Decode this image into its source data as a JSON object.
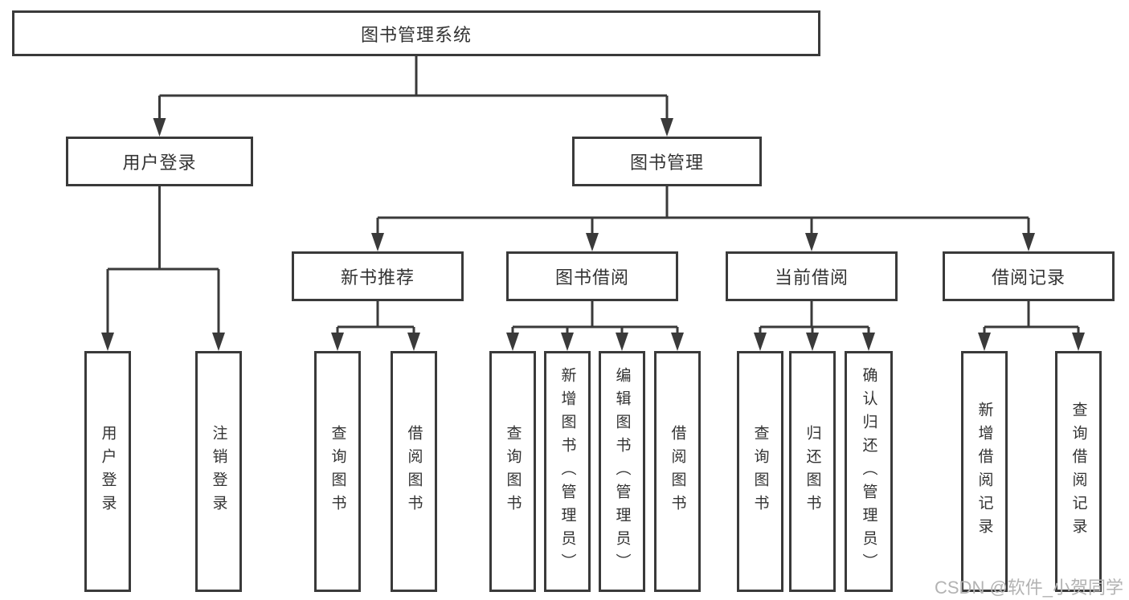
{
  "tree": {
    "root": {
      "label": "图书管理系统",
      "children": {
        "user_login": {
          "label": "用户登录",
          "children": {
            "login": {
              "label": "用户登录"
            },
            "logout": {
              "label": "注销登录"
            }
          }
        },
        "book_management": {
          "label": "图书管理",
          "children": {
            "new_book_recommend": {
              "label": "新书推荐",
              "children": {
                "query_books": {
                  "label": "查询图书"
                },
                "borrow_books": {
                  "label": "借阅图书"
                }
              }
            },
            "book_borrow": {
              "label": "图书借阅",
              "children": {
                "query_books": {
                  "label": "查询图书"
                },
                "add_books": {
                  "label": "新增图书（管理员）"
                },
                "edit_books": {
                  "label": "编辑图书（管理员）"
                },
                "borrow_books": {
                  "label": "借阅图书"
                }
              }
            },
            "current_borrow": {
              "label": "当前借阅",
              "children": {
                "query_books": {
                  "label": "查询图书"
                },
                "return_books": {
                  "label": "归还图书"
                },
                "confirm_return": {
                  "label": "确认归还（管理员）"
                }
              }
            },
            "borrow_records": {
              "label": "借阅记录",
              "children": {
                "add_record": {
                  "label": "新增借阅记录"
                },
                "query_record": {
                  "label": "查询借阅记录"
                }
              }
            }
          }
        }
      }
    }
  },
  "watermark": {
    "text": "CSDN @软件_小贺同学"
  },
  "colors": {
    "line": "#3a3a3a",
    "text": "#333333",
    "watermark": "#b3b3b3",
    "background": "#ffffff"
  }
}
